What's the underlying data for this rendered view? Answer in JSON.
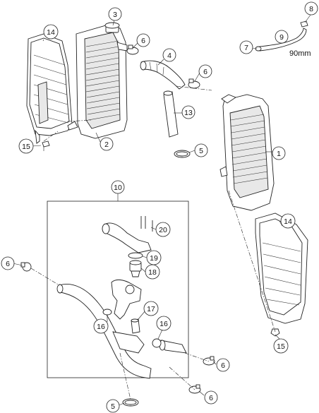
{
  "diagram": {
    "callouts": [
      {
        "id": "c1",
        "label": "1"
      },
      {
        "id": "c2",
        "label": "2"
      },
      {
        "id": "c3",
        "label": "3"
      },
      {
        "id": "c4",
        "label": "4"
      },
      {
        "id": "c5a",
        "label": "5"
      },
      {
        "id": "c5b",
        "label": "5"
      },
      {
        "id": "c6a",
        "label": "6"
      },
      {
        "id": "c6b",
        "label": "6"
      },
      {
        "id": "c6c",
        "label": "6"
      },
      {
        "id": "c6d",
        "label": "6"
      },
      {
        "id": "c6e",
        "label": "6"
      },
      {
        "id": "c7",
        "label": "7"
      },
      {
        "id": "c8",
        "label": "8"
      },
      {
        "id": "c9",
        "label": "9"
      },
      {
        "id": "c10",
        "label": "10"
      },
      {
        "id": "c13",
        "label": "13"
      },
      {
        "id": "c14a",
        "label": "14"
      },
      {
        "id": "c14b",
        "label": "14"
      },
      {
        "id": "c15a",
        "label": "15"
      },
      {
        "id": "c15b",
        "label": "15"
      },
      {
        "id": "c16a",
        "label": "16"
      },
      {
        "id": "c16b",
        "label": "16"
      },
      {
        "id": "c17",
        "label": "17"
      },
      {
        "id": "c18",
        "label": "18"
      },
      {
        "id": "c19",
        "label": "19"
      },
      {
        "id": "c20",
        "label": "20"
      }
    ],
    "dimension_label": "90mm"
  }
}
